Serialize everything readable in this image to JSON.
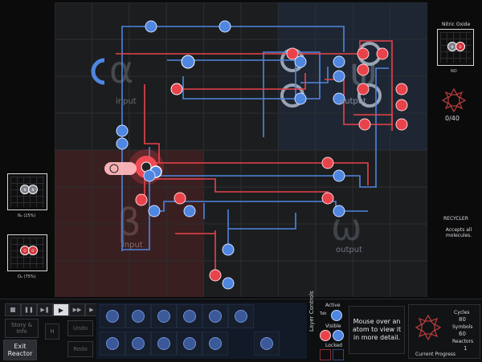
{
  "left_panel": {
    "output_top_label": "N₂ (25%)",
    "output_bottom_label": "O₂ (75%)",
    "top_molecule_atoms": [
      "N",
      "N"
    ],
    "bottom_molecule_atoms": [
      "O",
      "O"
    ]
  },
  "board": {
    "zones": {
      "alpha_label": "input",
      "psi_label": "output",
      "beta_label": "input",
      "omega_label": "output"
    },
    "colors": {
      "red": "#e8434b",
      "blue": "#4f86e0",
      "red_zone": "#3a1f21",
      "blue_zone": "#1e2633"
    },
    "instruction_icons": [
      "sync-icon",
      "bond-plus-icon",
      "grab-icon",
      "drop-icon",
      "rotate-icon",
      "input-icon",
      "output-icon",
      "start-icon",
      "flip-icon"
    ]
  },
  "right_panel": {
    "target_title": "Nitric Oxide",
    "target_atoms": [
      "N",
      "O"
    ],
    "target_sub": "NO",
    "count_label": "0/40",
    "recycler_title": "RECYCLER",
    "recycler_desc": "Accepts all molecules."
  },
  "bottom": {
    "speed_icons": [
      "stop-icon",
      "pause-icon",
      "step-icon",
      "play-icon",
      "fast-icon",
      "faster-icon"
    ],
    "story_label": "Story & Info",
    "undo_label": "Undo",
    "redo_label": "Redo",
    "exit_label": "Exit Reactor",
    "help_letter": "H",
    "layer_controls_title": "Layer Controls",
    "active_label": "Active",
    "toggle_label": "Tab",
    "visible_label": "Visible",
    "locked_label": "Locked",
    "hint_text": "Mouse over an atom to view it in more detail.",
    "cycles_label": "Cycles",
    "cycles_value": "80",
    "symbols_label": "Symbols",
    "symbols_value": "60",
    "reactors_label": "Reactors",
    "reactors_value": "1",
    "progress_label": "Current Progress"
  }
}
